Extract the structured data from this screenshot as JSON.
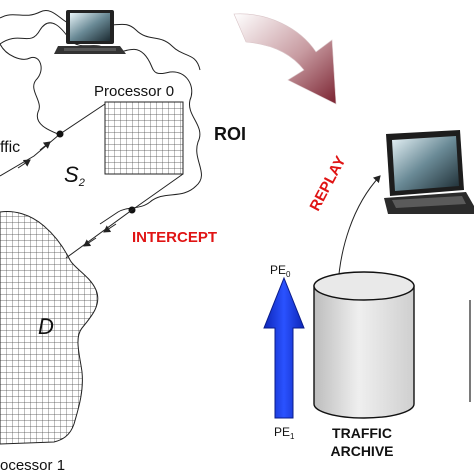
{
  "labels": {
    "processor_0": "Processor 0",
    "processor_1": "ocessor 1",
    "roi": "ROI",
    "traffic_partial": "ffic",
    "s2_main": "S",
    "s2_sub": "2",
    "d": "D",
    "intercept": "INTERCEPT",
    "replay": "REPLAY",
    "pe0_main": "PE",
    "pe0_sub": "0",
    "pe1_main": "PE",
    "pe1_sub": "1",
    "archive_line1": "TRAFFIC",
    "archive_line2": "ARCHIVE"
  },
  "icons": {
    "top_laptop": "laptop-icon",
    "right_laptop": "laptop-icon",
    "archive": "cylinder-database-icon",
    "pe_arrow": "up-arrow-icon"
  },
  "colors": {
    "intercept": "#e01414",
    "replay": "#e01414",
    "pe_arrow": "#1a3df2",
    "curved_arrow": "#8a3a44",
    "archive_fill": "#e6e6e6"
  }
}
